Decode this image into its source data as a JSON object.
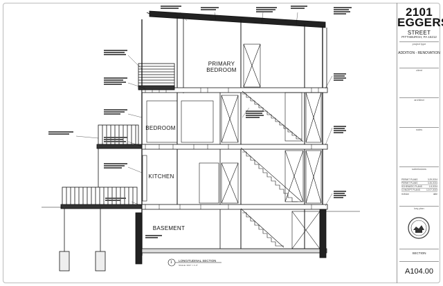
{
  "title_block": {
    "project_title_line1": "2101",
    "project_title_line2": "EGGERS",
    "project_title_line3": "STREET",
    "address": "PITTSBURGH, PA 15212",
    "project_type_label": "project type",
    "project_type_value": "ADDITION - RENOVATION",
    "client_label": "client",
    "architect_label": "architect",
    "notes_label": "notes",
    "submissions_label": "submissions",
    "revisions": [
      {
        "label": "PERMIT PLANS",
        "date": "3.29.2024"
      },
      {
        "label": "PERMIT PLANS",
        "date": "3.26.2024"
      },
      {
        "label": "SCHEMATIC PLANS",
        "date": "1.8.2024"
      },
      {
        "label": "CONCEPT PLANS",
        "date": "12.07.2023"
      }
    ],
    "revision_col_label": "revision",
    "revision_date_label": "date",
    "key_plan_label": "key plan",
    "sheet_type": "SECTION",
    "sheet_number": "A104.00"
  },
  "drawing": {
    "rooms": {
      "primary_bedroom_1": "PRIMARY",
      "primary_bedroom_2": "BEDROOM",
      "bedroom": "BEDROOM",
      "kitchen": "KITCHEN",
      "basement": "BASEMENT"
    },
    "section_tag": "1",
    "caption_title": "LONGITUDINAL SECTION",
    "caption_scale": "SCALE: 3/16\" = 1'-0\""
  }
}
